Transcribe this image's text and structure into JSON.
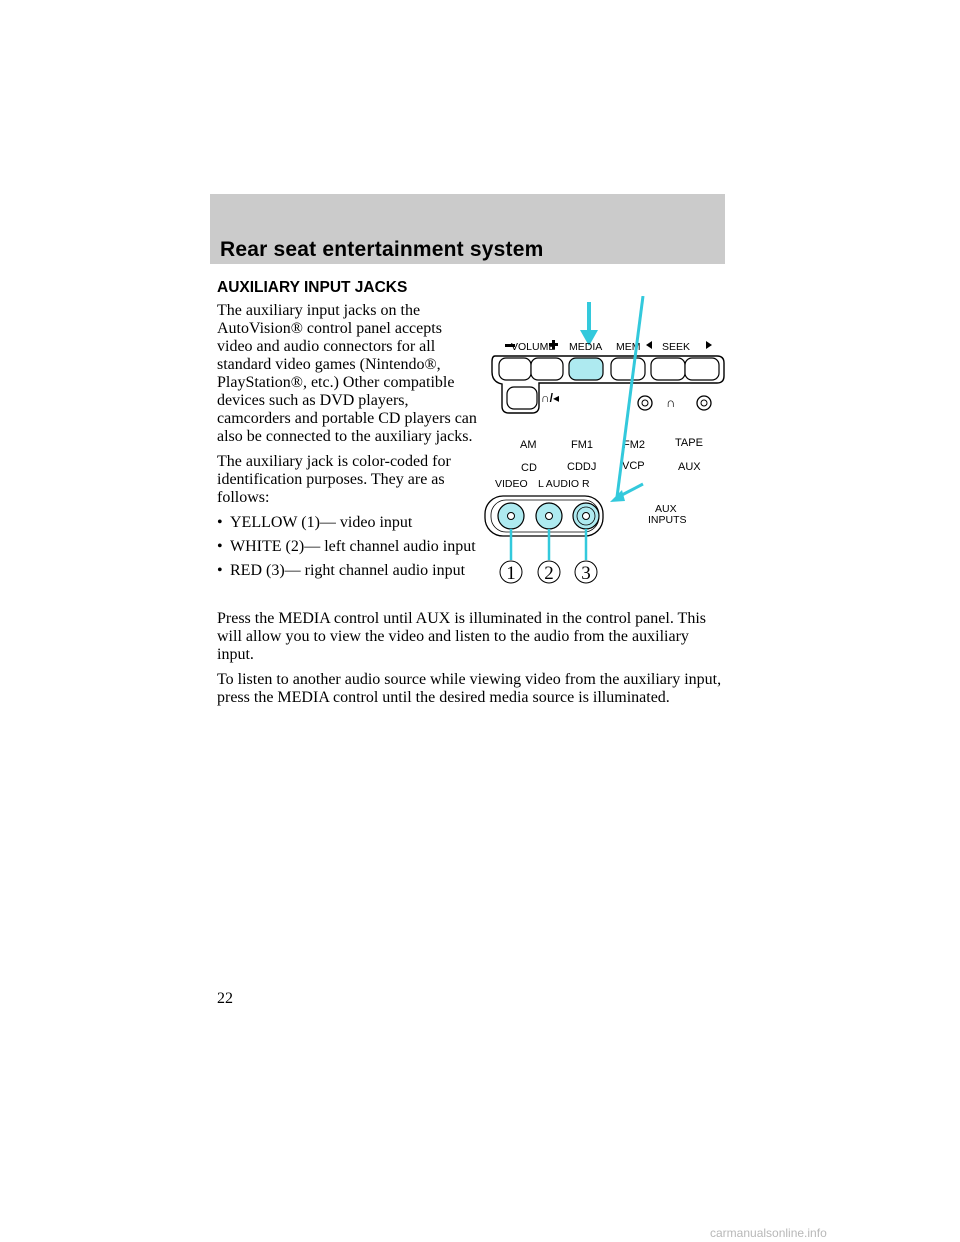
{
  "header": {
    "title": "Rear seat entertainment system"
  },
  "section": {
    "heading": "AUXILIARY INPUT JACKS"
  },
  "intro_paragraph": "The auxiliary input jacks on the AutoVision® control panel accepts video and audio connectors for all standard video games (Nintendo®, PlayStation®, etc.) Other compatible devices such as DVD players, camcorders and portable CD players can also be connected to the auxiliary jacks.",
  "color_paragraph": "The auxiliary jack is color-coded for identification purposes. They are as follows:",
  "bullets": [
    "YELLOW (1)— video input",
    "WHITE (2)— left channel audio input",
    "RED (3)— right channel audio input"
  ],
  "bullet_symbol": "•",
  "press_paragraph": "Press the MEDIA control until AUX is illuminated in the control panel. This will allow you to view the video and listen to the audio from the auxiliary input.",
  "listen_paragraph": "To listen to another audio source while viewing video from the auxiliary input, press the MEDIA control until the desired media source is illuminated.",
  "figure": {
    "volume_label": "VOLUME",
    "media_label": "MEDIA",
    "mem_label": "MEM",
    "seek_label": "SEEK",
    "source_labels_top": [
      "AM",
      "FM1",
      "FM2",
      "TAPE"
    ],
    "source_labels_bottom": [
      "CD",
      "CDDJ",
      "VCP",
      "AUX"
    ],
    "video_label": "VIDEO",
    "audio_label": "L AUDIO R",
    "aux_inputs_label_1": "AUX",
    "aux_inputs_label_2": "INPUTS",
    "callouts": [
      "1",
      "2",
      "3"
    ],
    "highlight_color": "#aeeaf0",
    "arrow_color": "#33c9dc"
  },
  "page_number": "22",
  "watermark": "carmanualsonline.info"
}
